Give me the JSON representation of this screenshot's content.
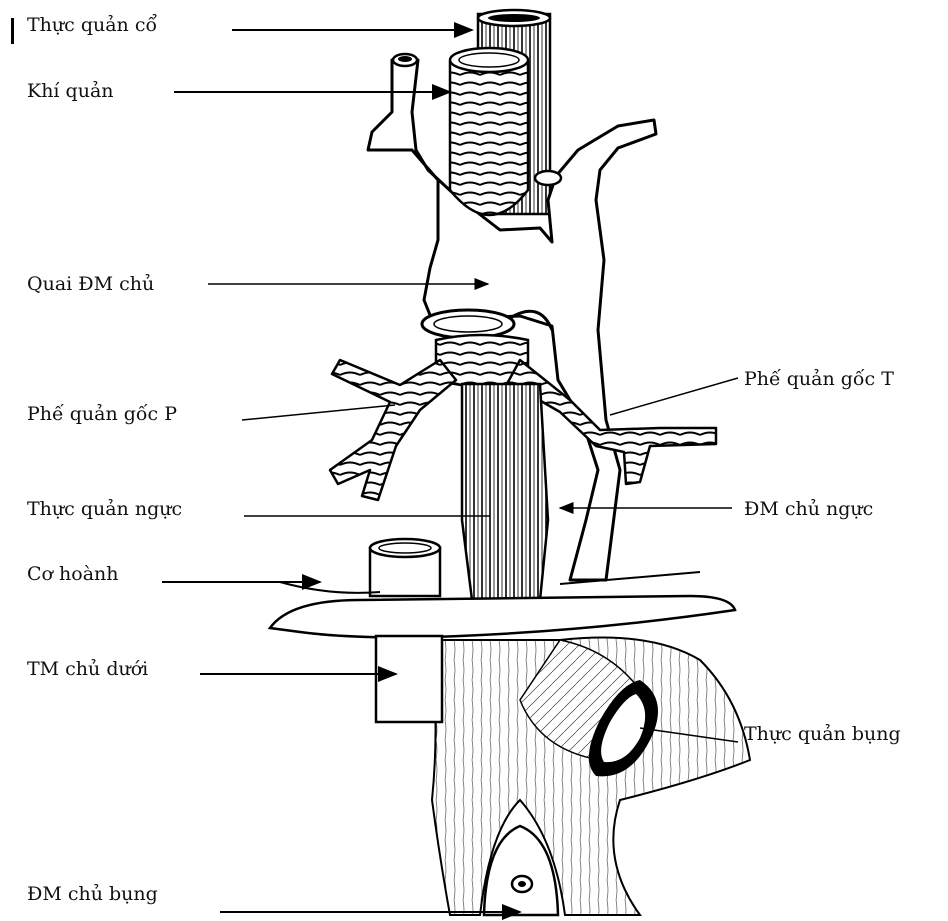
{
  "labels": {
    "thuc_quan_co": "Thực quản cổ",
    "khi_quan": "Khí quản",
    "quai_dm_chu": "Quai ĐM chủ",
    "phe_quan_goc_p": "Phế quản gốc P",
    "phe_quan_goc_t": "Phế quản gốc T",
    "thuc_quan_nguc": "Thực quản ngực",
    "dm_chu_nguc": "ĐM chủ ngực",
    "co_hoanh": "Cơ hoành",
    "tm_chu_duoi": "TM chủ dưới",
    "thuc_quan_bung": "Thực quản bụng",
    "dm_chu_bung": "ĐM chủ bụng"
  }
}
